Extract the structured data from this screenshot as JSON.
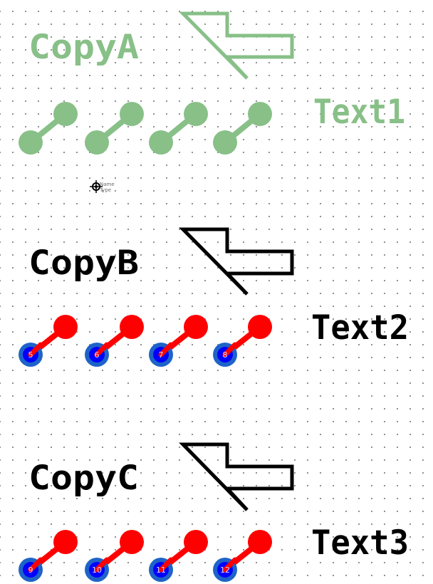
{
  "colors": {
    "selected": "#88c088",
    "normal_outline": "#000000",
    "pad_top": "#ff0000",
    "pad_bottom": "#0000ff",
    "pad_ring": "#1e64c8",
    "trace": "#ff0000",
    "grid_dot": "#7f7f7f",
    "background": "#ffffff"
  },
  "origin_marker": {
    "icon": "crosshair-origin-icon",
    "line1": "Name",
    "line2": "Type"
  },
  "groups": [
    {
      "id": "a",
      "title": "CopyA",
      "side_text": "Text1",
      "state": "selected",
      "pads": [
        {
          "number": ""
        },
        {
          "number": ""
        },
        {
          "number": ""
        },
        {
          "number": ""
        }
      ]
    },
    {
      "id": "b",
      "title": "CopyB",
      "side_text": "Text2",
      "state": "normal",
      "pads": [
        {
          "number": "5"
        },
        {
          "number": "6"
        },
        {
          "number": "7"
        },
        {
          "number": "8"
        }
      ]
    },
    {
      "id": "c",
      "title": "CopyC",
      "side_text": "Text3",
      "state": "normal",
      "pads": [
        {
          "number": "9"
        },
        {
          "number": "10"
        },
        {
          "number": "11"
        },
        {
          "number": "12"
        }
      ]
    }
  ]
}
